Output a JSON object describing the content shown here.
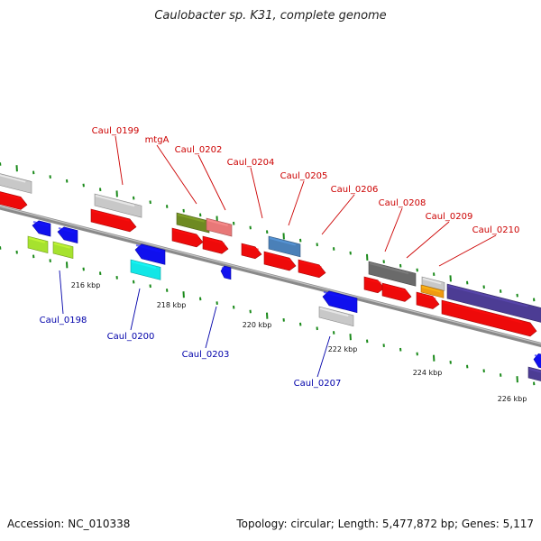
{
  "title": "Caulobacter sp. K31, complete genome",
  "footer": {
    "accession": "Accession: NC_010338",
    "summary": "Topology: circular; Length: 5,477,872 bp; Genes: 5,117"
  },
  "colors": {
    "red": "#ee0a0a",
    "blue": "#1010ee",
    "light_grey": "#c8c8c8",
    "lime": "#a6e22e",
    "cyan": "#12e6e6",
    "olive": "#6e8a22",
    "salmon": "#e87878",
    "steel_blue": "#4a80b8",
    "dark_grey": "#6a6a6a",
    "orange": "#f09a10",
    "slate_blue": "#4c3c94",
    "backbone": "#8a8a8a",
    "tick": "#1a8a1a",
    "label_top": "#cc0000",
    "label_bottom": "#0000aa"
  },
  "scale_labels": [
    "216 kbp",
    "218 kbp",
    "220 kbp",
    "222 kbp",
    "224 kbp",
    "226 kbp"
  ],
  "labels_top": [
    "Caul_0199",
    "mtgA",
    "Caul_0202",
    "Caul_0204",
    "Caul_0205",
    "Caul_0206",
    "Caul_0208",
    "Caul_0209",
    "Caul_0210"
  ],
  "labels_bottom": [
    "Caul_0198",
    "Caul_0200",
    "Caul_0203",
    "Caul_0207"
  ]
}
